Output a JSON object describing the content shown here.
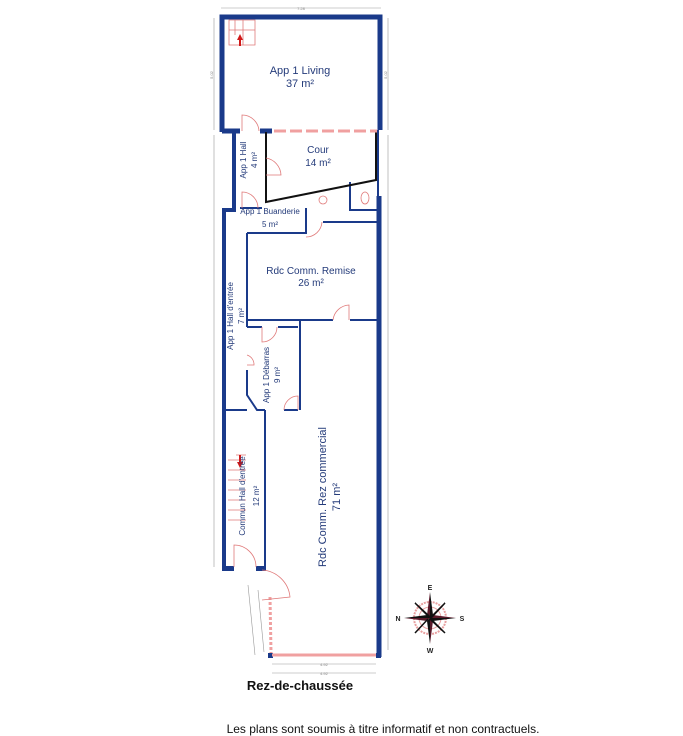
{
  "plan": {
    "floor_title": "Rez-de-chaussée",
    "disclaimer": "Les plans sont soumis à titre informatif et non contractuels.",
    "rooms": [
      {
        "name": "App 1 Living",
        "area": "37 m²"
      },
      {
        "name": "Cour",
        "area": "14 m²"
      },
      {
        "name": "App 1 Hall",
        "area": "4 m²"
      },
      {
        "name": "App 1 Buanderie",
        "area": "5 m²"
      },
      {
        "name": "Rdc Comm. Remise",
        "area": "26 m²"
      },
      {
        "name": "App 1 Hall d'entrée",
        "area": "7 m²"
      },
      {
        "name": "App 1 Débarras",
        "area": "9 m²"
      },
      {
        "name": "Commun Hall d'entrée",
        "area": "12 m²"
      },
      {
        "name": "Rdc Comm. Rez commercial",
        "area": "71 m²"
      }
    ],
    "dimensions": {
      "top": "7.28",
      "living_side": "5.02",
      "bottom": "4.92",
      "bottom2": "4.92"
    },
    "compass": {
      "n": "N",
      "e": "E",
      "s": "S",
      "w": "W"
    },
    "colors": {
      "wall": "#1a3a8a",
      "door": "#e07a7a",
      "text": "#243b7a"
    }
  }
}
